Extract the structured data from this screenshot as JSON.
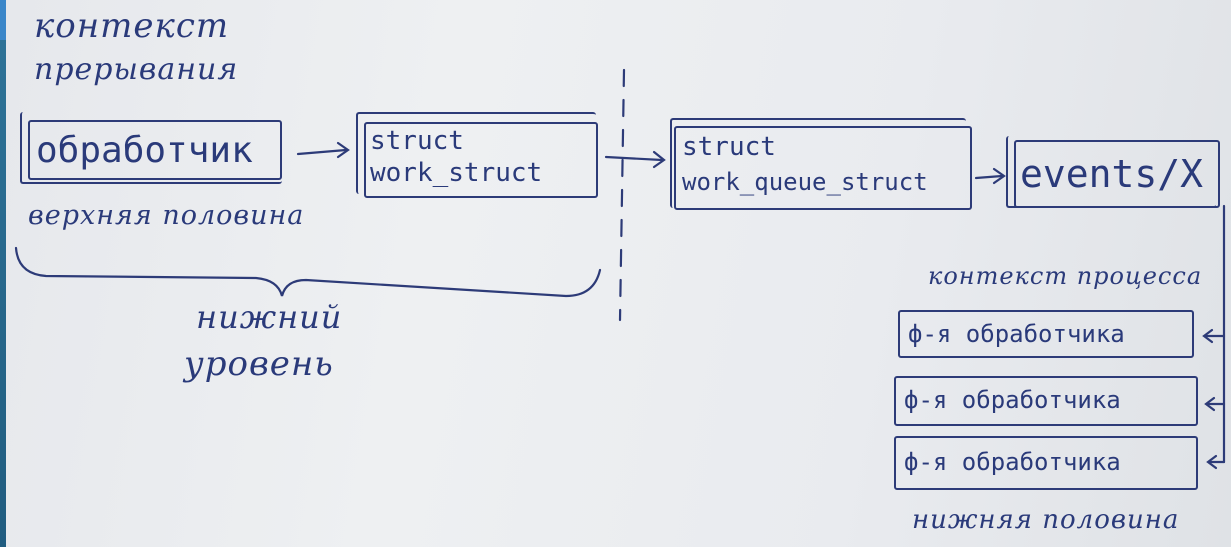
{
  "labels": {
    "interrupt_context": [
      "контекст",
      "прерывания"
    ],
    "upper_half": "верхняя половина",
    "lower_level": [
      "нижний",
      "уровень"
    ],
    "process_context": "контекст процесса",
    "lower_half": "нижняя половина"
  },
  "boxes": {
    "handler": "обработчик",
    "work_struct": [
      "struct",
      "work_struct"
    ],
    "workqueue_struct": [
      "struct",
      "work_queue_struct"
    ],
    "events": "events/X",
    "handler_funcs": [
      "ф-я обработчика",
      "ф-я обработчика",
      "ф-я обработчика"
    ]
  },
  "colors": {
    "ink": "#2a3a7a",
    "paper": "#eceef1",
    "background": "#1f5a7d"
  }
}
